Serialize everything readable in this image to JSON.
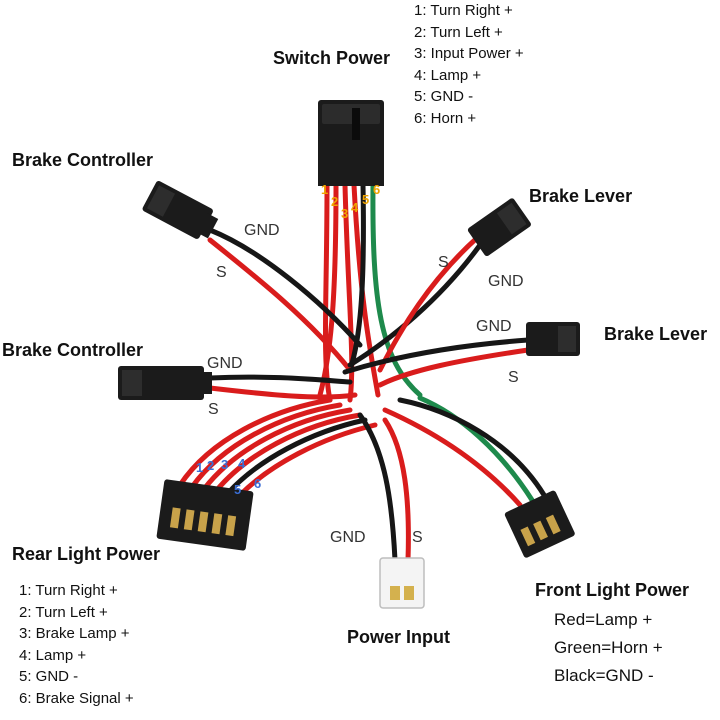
{
  "colors": {
    "red_wire": "#d91c1c",
    "black_wire": "#161616",
    "green_wire": "#1e8a4c",
    "connector": "#1b1b1b",
    "white_connector": "#f4f4f4",
    "orange_pin_label": "#f0a400",
    "blue_pin_label": "#3a6fd6"
  },
  "switch_power": {
    "title": "Switch Power",
    "pins": [
      "1:  Turn Right +",
      "2:  Turn Left +",
      "3:  Input Power +",
      "4:  Lamp +",
      "5:  GND -",
      "6:  Horn +"
    ],
    "pin_numbers": [
      "1",
      "2",
      "3",
      "4",
      "5",
      "6"
    ]
  },
  "brake_controller_top": {
    "title": "Brake Controller",
    "gnd": "GND",
    "s": "S"
  },
  "brake_controller_mid": {
    "title": "Brake Controller",
    "gnd": "GND",
    "s": "S"
  },
  "brake_lever_top": {
    "title": "Brake Lever",
    "gnd": "GND",
    "s": "S"
  },
  "brake_lever_mid": {
    "title": "Brake Lever",
    "gnd": "GND",
    "s": "S"
  },
  "rear_light_power": {
    "title": "Rear Light Power",
    "pins": [
      "1:  Turn Right +",
      "2:  Turn Left +",
      "3:  Brake Lamp +",
      "4:  Lamp +",
      "5:  GND -",
      "6:  Brake Signal +"
    ],
    "pin_numbers": [
      "1",
      "2",
      "3",
      "4",
      "5",
      "6"
    ]
  },
  "power_input": {
    "title": "Power Input",
    "gnd": "GND",
    "s": "S"
  },
  "front_light_power": {
    "title": "Front Light Power",
    "legend": [
      "Red=Lamp +",
      "Green=Horn +",
      "Black=GND -"
    ]
  }
}
